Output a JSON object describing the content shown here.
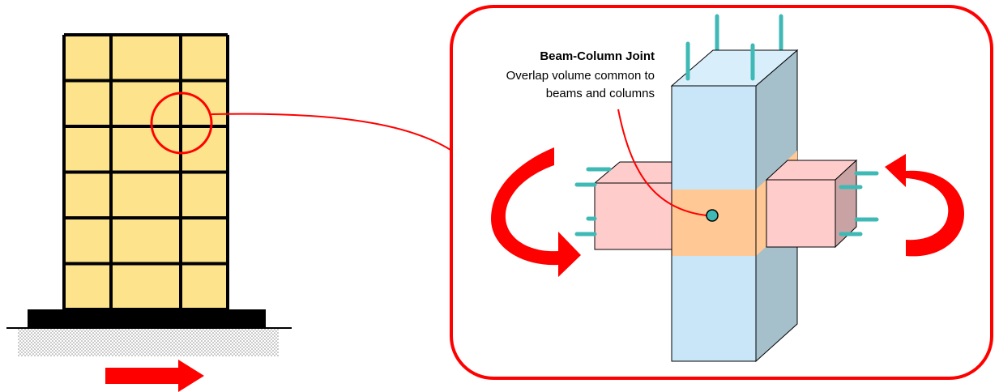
{
  "joint_label": {
    "title": "Beam-Column Joint",
    "line1": "Overlap volume common to",
    "line2": "beams and columns"
  },
  "colors": {
    "building_fill": "#FCE38C",
    "frame": "#000000",
    "foundation": "#000000",
    "ground_hatch": "#BDBDBD",
    "highlight": "#FF0000",
    "column_front": "#C8E6F8",
    "column_side": "#A5BFCB",
    "column_top": "#D8EEFA",
    "beam_front": "#FFCCCC",
    "beam_side": "#C9A3A3",
    "joint_zone": "#FFC895",
    "rebar": "#3FB9B5",
    "arrow": "#FF0000"
  },
  "building": {
    "stories": 6,
    "bays": 3
  },
  "icons": {
    "ground_motion": "right-arrow-icon",
    "moment_left": "curved-arrow-counterclockwise-icon",
    "moment_right": "curved-arrow-clockwise-icon"
  }
}
